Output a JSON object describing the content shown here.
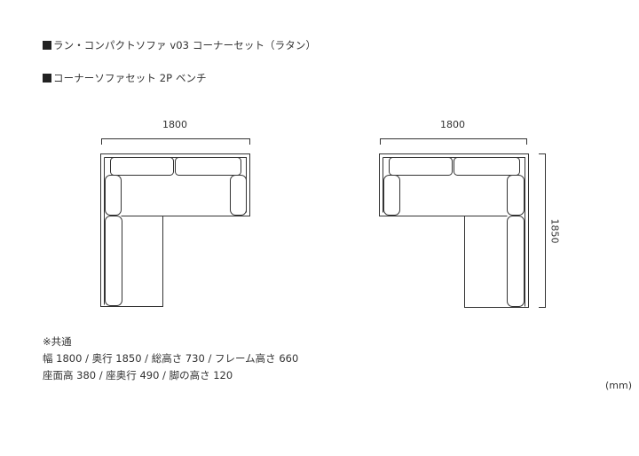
{
  "headings": {
    "product_title": "ラン・コンパクトソファ v03 コーナーセット（ラタン）",
    "set_title": "コーナーソファセット 2P ベンチ"
  },
  "drawings": [
    {
      "variant": "left-chaise",
      "width_label": "1800"
    },
    {
      "variant": "right-chaise",
      "width_label": "1800",
      "depth_label": "1850"
    }
  ],
  "notes": {
    "header": "※共通",
    "line1": "幅 1800 / 奥行 1850 / 総高さ 730 / フレーム高さ 660",
    "line2": "座面高 380 / 座奥行 490 / 脚の高さ 120"
  },
  "unit": "(mm)",
  "colors": {
    "line": "#333333",
    "text": "#333333",
    "background": "#ffffff"
  }
}
